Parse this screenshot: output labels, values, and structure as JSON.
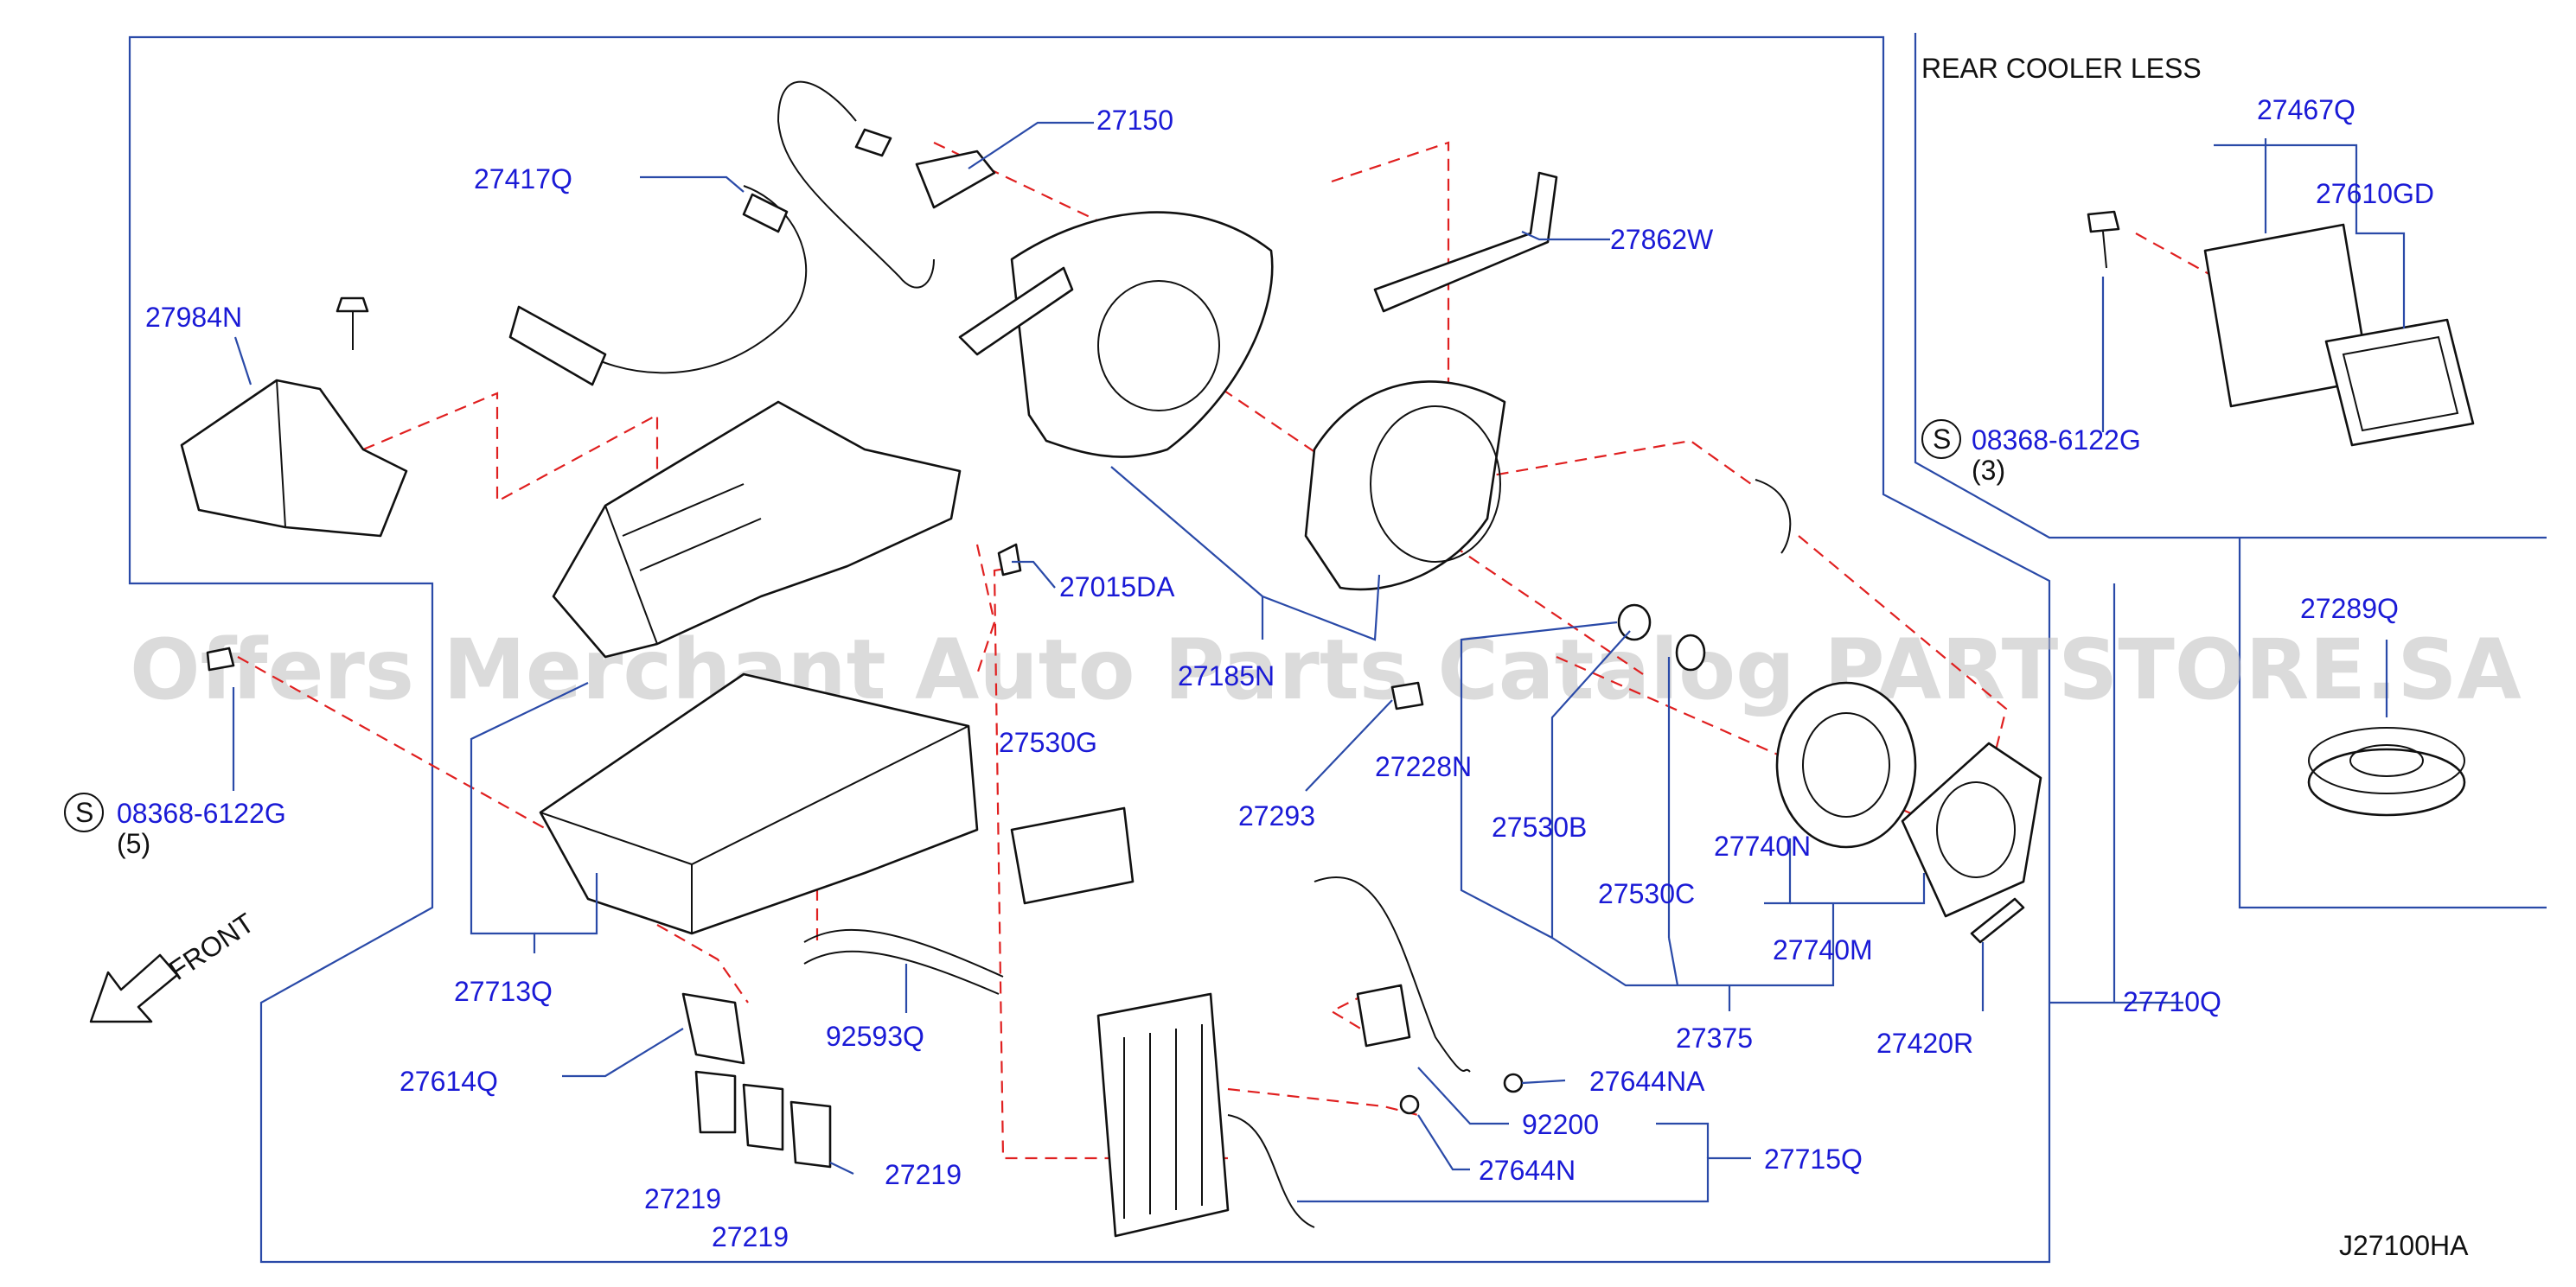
{
  "section_label": "REAR   COOLER   LESS",
  "front_label": "FRONT",
  "figure_code": "J27100HA",
  "watermark": "Offers Merchant Auto Parts Catalog PARTSTORE.SA",
  "screw_callouts": [
    {
      "symbol": "S",
      "number": "08368-6122G",
      "qty": "(3)"
    },
    {
      "symbol": "S",
      "number": "08368-6122G",
      "qty": "(5)"
    }
  ],
  "part_numbers": {
    "p27150": "27150",
    "p27417Q": "27417Q",
    "p27862W": "27862W",
    "p27984N": "27984N",
    "p27015DA": "27015DA",
    "p27185N": "27185N",
    "p27228N": "27228N",
    "p27293": "27293",
    "p27530G": "27530G",
    "p27530B": "27530B",
    "p27530C": "27530C",
    "p27740N": "27740N",
    "p27740M": "27740M",
    "p27375": "27375",
    "p27420R": "27420R",
    "p27710Q": "27710Q",
    "p27713Q": "27713Q",
    "p92593Q": "92593Q",
    "p27614Q": "27614Q",
    "p27219a": "27219",
    "p27219b": "27219",
    "p27219c": "27219",
    "p27644NA": "27644NA",
    "p92200": "92200",
    "p27644N": "27644N",
    "p27715Q": "27715Q",
    "p27467Q": "27467Q",
    "p27610GD": "27610GD",
    "p27289Q": "27289Q"
  }
}
